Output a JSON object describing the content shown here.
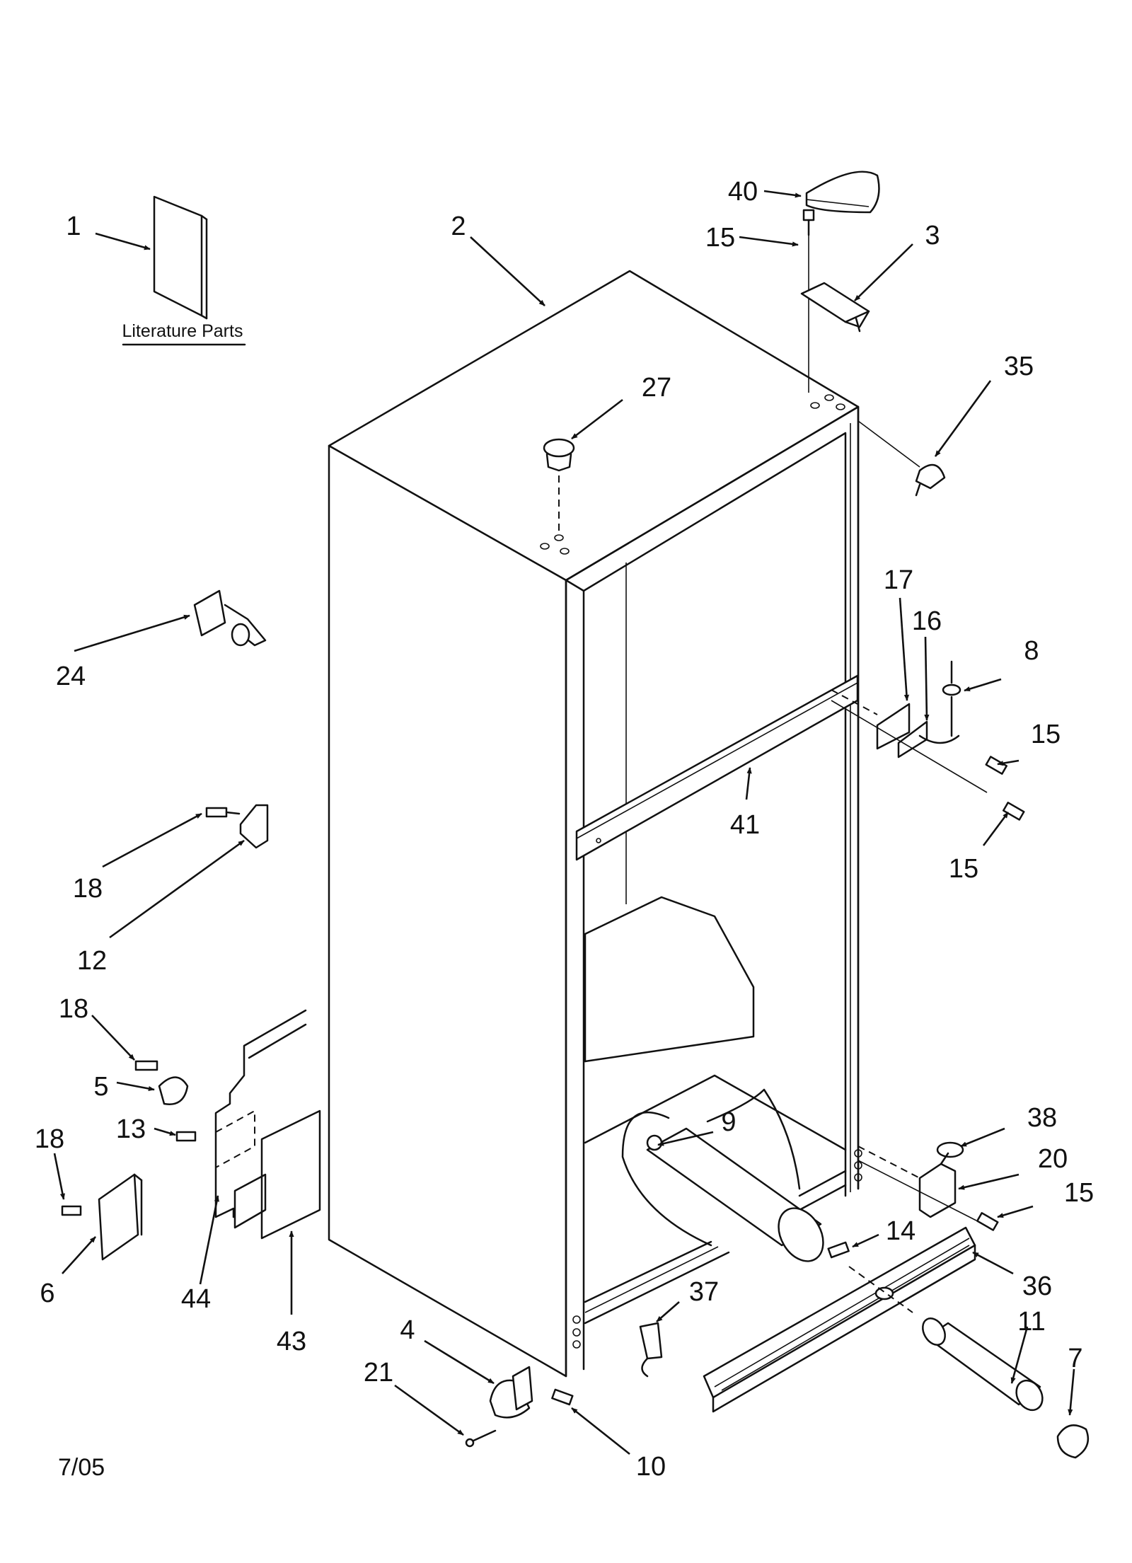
{
  "diagram": {
    "literature_caption": "Literature Parts",
    "revision_date": "7/05",
    "callouts": [
      {
        "id": "c1",
        "text": "1"
      },
      {
        "id": "c2",
        "text": "2"
      },
      {
        "id": "c3",
        "text": "3"
      },
      {
        "id": "c40",
        "text": "40"
      },
      {
        "id": "c15a",
        "text": "15"
      },
      {
        "id": "c35",
        "text": "35"
      },
      {
        "id": "c27",
        "text": "27"
      },
      {
        "id": "c24",
        "text": "24"
      },
      {
        "id": "c17",
        "text": "17"
      },
      {
        "id": "c16",
        "text": "16"
      },
      {
        "id": "c8",
        "text": "8"
      },
      {
        "id": "c15b",
        "text": "15"
      },
      {
        "id": "c41",
        "text": "41"
      },
      {
        "id": "c15c",
        "text": "15"
      },
      {
        "id": "c18a",
        "text": "18"
      },
      {
        "id": "c12",
        "text": "12"
      },
      {
        "id": "c18b",
        "text": "18"
      },
      {
        "id": "c5",
        "text": "5"
      },
      {
        "id": "c13",
        "text": "13"
      },
      {
        "id": "c18c",
        "text": "18"
      },
      {
        "id": "c6",
        "text": "6"
      },
      {
        "id": "c44",
        "text": "44"
      },
      {
        "id": "c43",
        "text": "43"
      },
      {
        "id": "c9",
        "text": "9"
      },
      {
        "id": "c38",
        "text": "38"
      },
      {
        "id": "c20",
        "text": "20"
      },
      {
        "id": "c15d",
        "text": "15"
      },
      {
        "id": "c14",
        "text": "14"
      },
      {
        "id": "c36",
        "text": "36"
      },
      {
        "id": "c37",
        "text": "37"
      },
      {
        "id": "c11",
        "text": "11"
      },
      {
        "id": "c7",
        "text": "7"
      },
      {
        "id": "c4",
        "text": "4"
      },
      {
        "id": "c21",
        "text": "21"
      },
      {
        "id": "c10",
        "text": "10"
      }
    ]
  }
}
